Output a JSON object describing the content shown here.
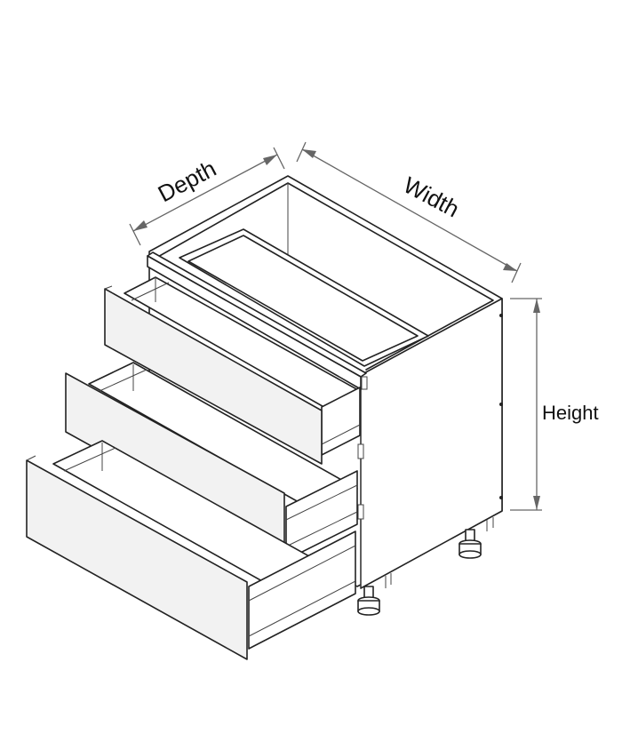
{
  "diagram": {
    "labels": {
      "depth": "Depth",
      "width": "Width",
      "height": "Height"
    },
    "colors": {
      "outline": "#222222",
      "face": "#f2f2f2",
      "side": "#ffffff",
      "dimension": "#666666"
    }
  }
}
